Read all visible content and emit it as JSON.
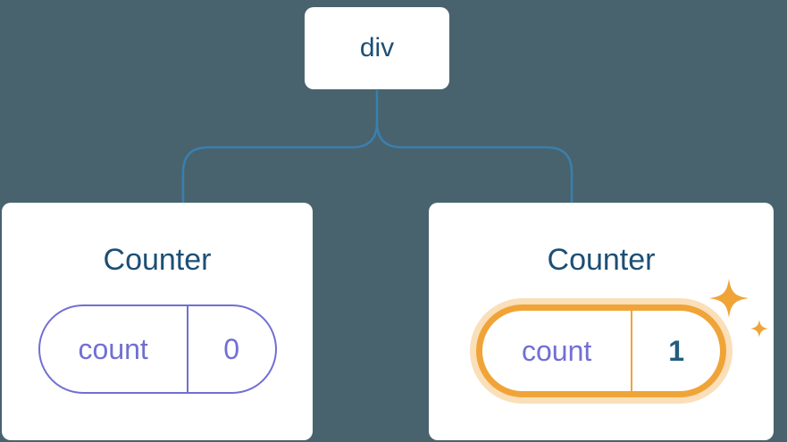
{
  "diagram": {
    "root": {
      "label": "div"
    },
    "children": [
      {
        "title": "Counter",
        "state": {
          "key": "count",
          "value": "0"
        },
        "highlighted": false
      },
      {
        "title": "Counter",
        "state": {
          "key": "count",
          "value": "1"
        },
        "highlighted": true
      }
    ]
  },
  "colors": {
    "background": "#48636E",
    "connector": "#3A7FAE",
    "card_background": "#FFFFFF",
    "heading_text": "#1C4F75",
    "state_accent": "#716FD3",
    "highlight_accent": "#F0A437",
    "highlight_glow": "#F6D9A6",
    "highlight_value_text": "#235D7E"
  }
}
